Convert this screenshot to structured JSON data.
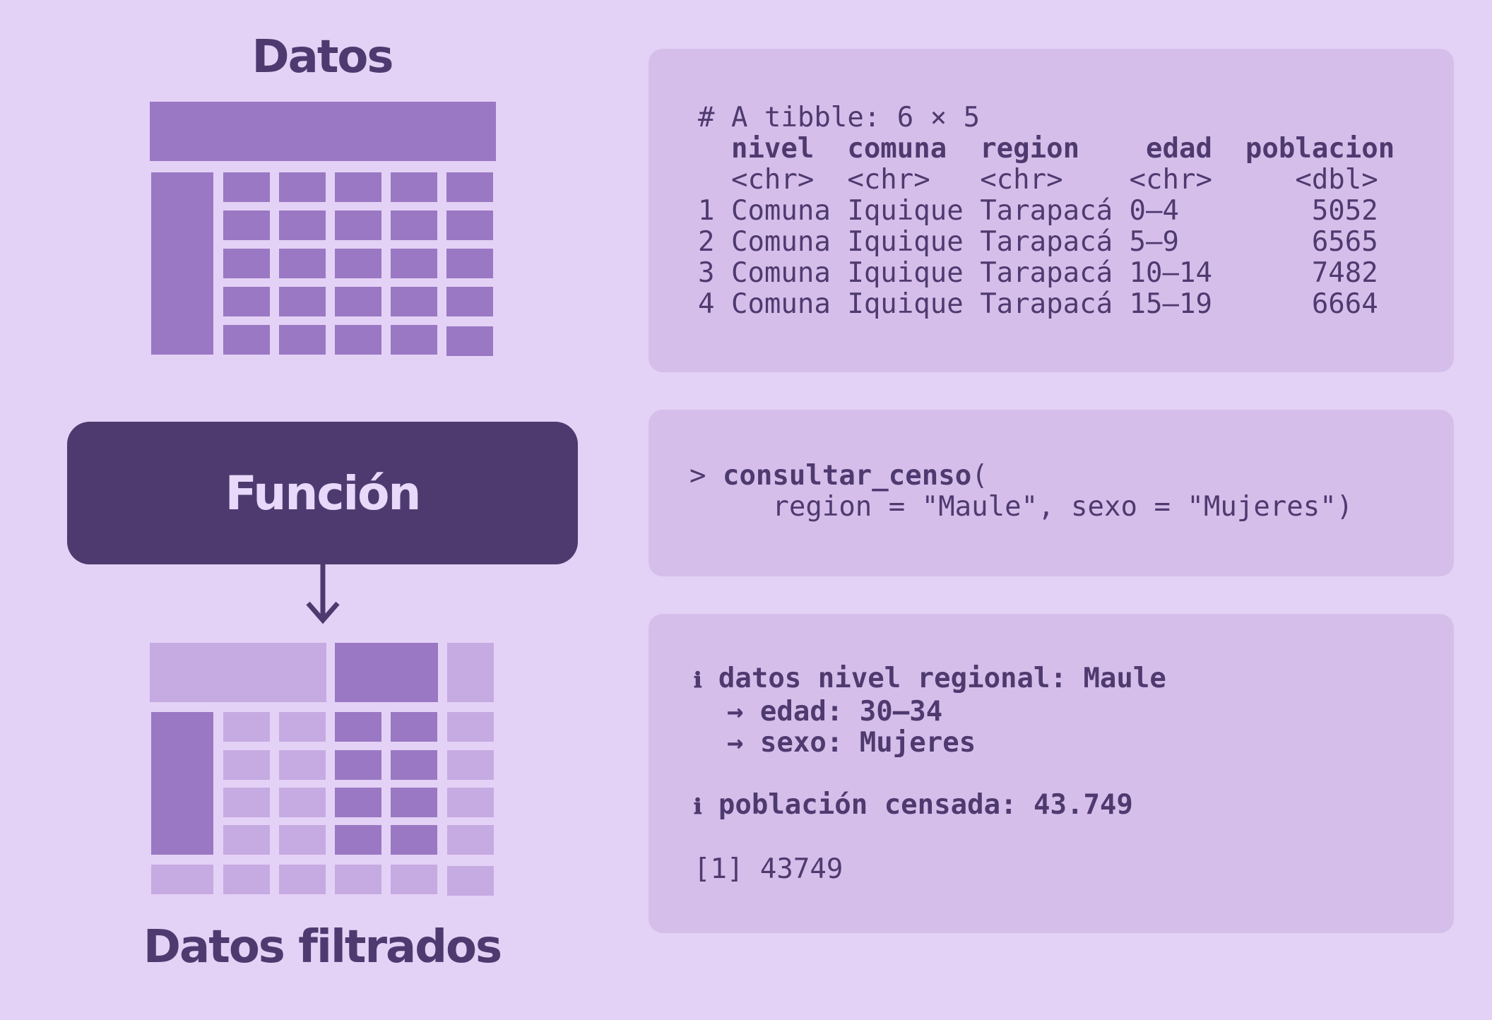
{
  "titles": {
    "top": "Datos",
    "bottom": "Datos filtrados",
    "function": "Función"
  },
  "tibble": {
    "header": "# A tibble: 6 × 5",
    "columns": [
      "nivel",
      "comuna",
      "region",
      "edad",
      "poblacion"
    ],
    "types": [
      "<chr>",
      "<chr>",
      "<chr>",
      "<chr>",
      "<dbl>"
    ],
    "rows": [
      {
        "idx": "1",
        "nivel": "Comuna",
        "comuna": "Iquique",
        "region": "Tarapacá",
        "edad": "0–4",
        "poblacion": "5052"
      },
      {
        "idx": "2",
        "nivel": "Comuna",
        "comuna": "Iquique",
        "region": "Tarapacá",
        "edad": "5–9",
        "poblacion": "6565"
      },
      {
        "idx": "3",
        "nivel": "Comuna",
        "comuna": "Iquique",
        "region": "Tarapacá",
        "edad": "10–14",
        "poblacion": "7482"
      },
      {
        "idx": "4",
        "nivel": "Comuna",
        "comuna": "Iquique",
        "region": "Tarapacá",
        "edad": "15–19",
        "poblacion": "6664"
      }
    ]
  },
  "call": {
    "prompt": ">",
    "function_name": "consultar_censo",
    "open_paren": "(",
    "args": "region = \"Maule\", sexo = \"Mujeres\")"
  },
  "result": {
    "info_icon": "ℹ",
    "line1": "datos nivel regional: Maule",
    "line2": "→ edad: 30–34",
    "line3": "→ sexo: Mujeres",
    "line4": "población censada: 43.749",
    "output": "[1] 43749"
  },
  "colors": {
    "background": "#e4d2f6",
    "panel": "#d5bfea",
    "dark": "#4f3a70",
    "cell": "#9a78c3",
    "cell_light": "#c6aae2"
  }
}
